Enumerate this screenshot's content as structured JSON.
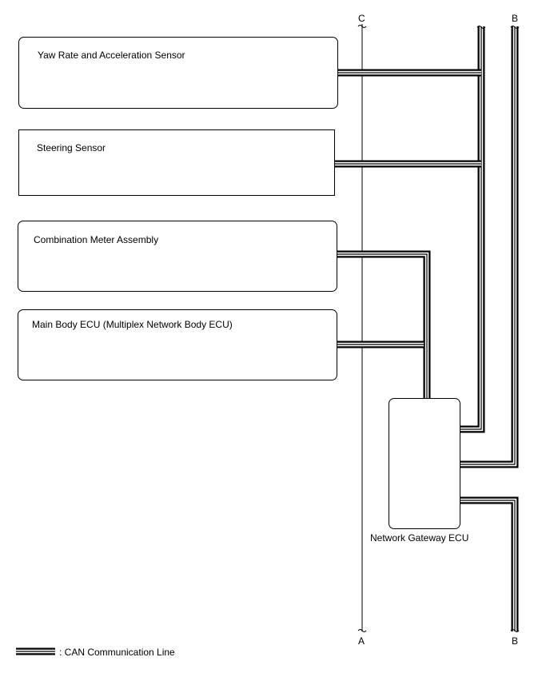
{
  "components": {
    "yaw_rate_sensor": "Yaw Rate and Acceleration Sensor",
    "steering_sensor": "Steering Sensor",
    "combination_meter": "Combination Meter Assembly",
    "main_body_ecu": "Main Body ECU (Multiplex Network Body ECU)",
    "network_gateway_ecu": "Network Gateway ECU"
  },
  "connectors": {
    "c_top": "C",
    "b_top": "B",
    "a_bottom": "A",
    "b_bottom": "B"
  },
  "legend": {
    "label": ": CAN Communication Line"
  }
}
